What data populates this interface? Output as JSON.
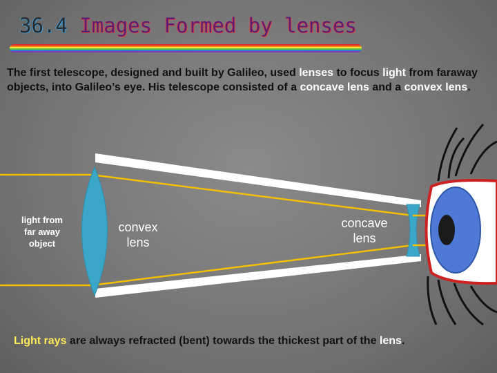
{
  "title": {
    "number": "36.4",
    "text": "Images Formed by lenses"
  },
  "intro": {
    "p1": "The first telescope, designed and built by Galileo, used ",
    "hl1": "lenses",
    "p2": " to focus ",
    "hl2": "light",
    "p3": " from faraway objects, into Galileo’s eye. His telescope consisted of a ",
    "hl3": "concave lens",
    "p4": " and a ",
    "hl4": "convex lens",
    "p5": "."
  },
  "diagram": {
    "label_object": "light from far away object",
    "label_convex": "convex lens",
    "label_concave": "concave lens",
    "colors": {
      "ray": "#f2c000",
      "lens": "#3aa7c9",
      "tube": "#ffffff",
      "iris": "#4e79d6"
    }
  },
  "footer": {
    "hl1": "Light rays",
    "p1": " are always refracted (bent) towards the thickest part of the ",
    "hl2": "lens",
    "p2": "."
  }
}
